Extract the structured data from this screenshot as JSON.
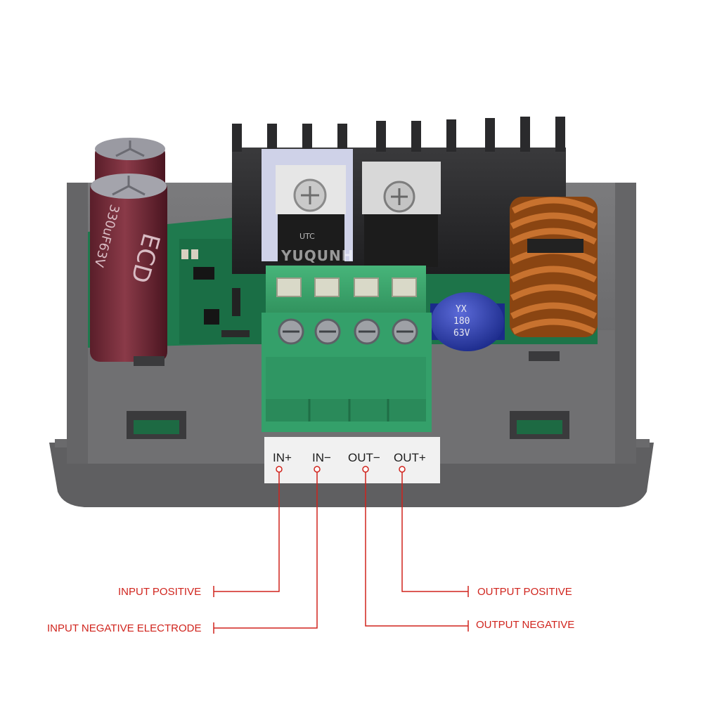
{
  "terminals": [
    "IN+",
    "IN−",
    "OUT−",
    "OUT+"
  ],
  "callouts": {
    "input_positive": "INPUT POSITIVE",
    "input_negative": "INPUT NEGATIVE ELECTRODE",
    "output_positive": "OUTPUT POSITIVE",
    "output_negative": "OUTPUT NEGATIVE"
  },
  "component_text": {
    "cap_small_line1": "YX",
    "cap_small_line2": "180",
    "cap_small_line3": "63V",
    "cap_big_brand": "ECD",
    "cap_big_rating": "330uF63V",
    "regulator": "UTC",
    "watermark": "YUQUNH"
  },
  "colors": {
    "label_red": "#d0241d",
    "pcb_green": "#1f7a4e",
    "terminal_green": "#3aa56c",
    "case_grey": "#6e6e70",
    "copper": "#b55a1e"
  }
}
